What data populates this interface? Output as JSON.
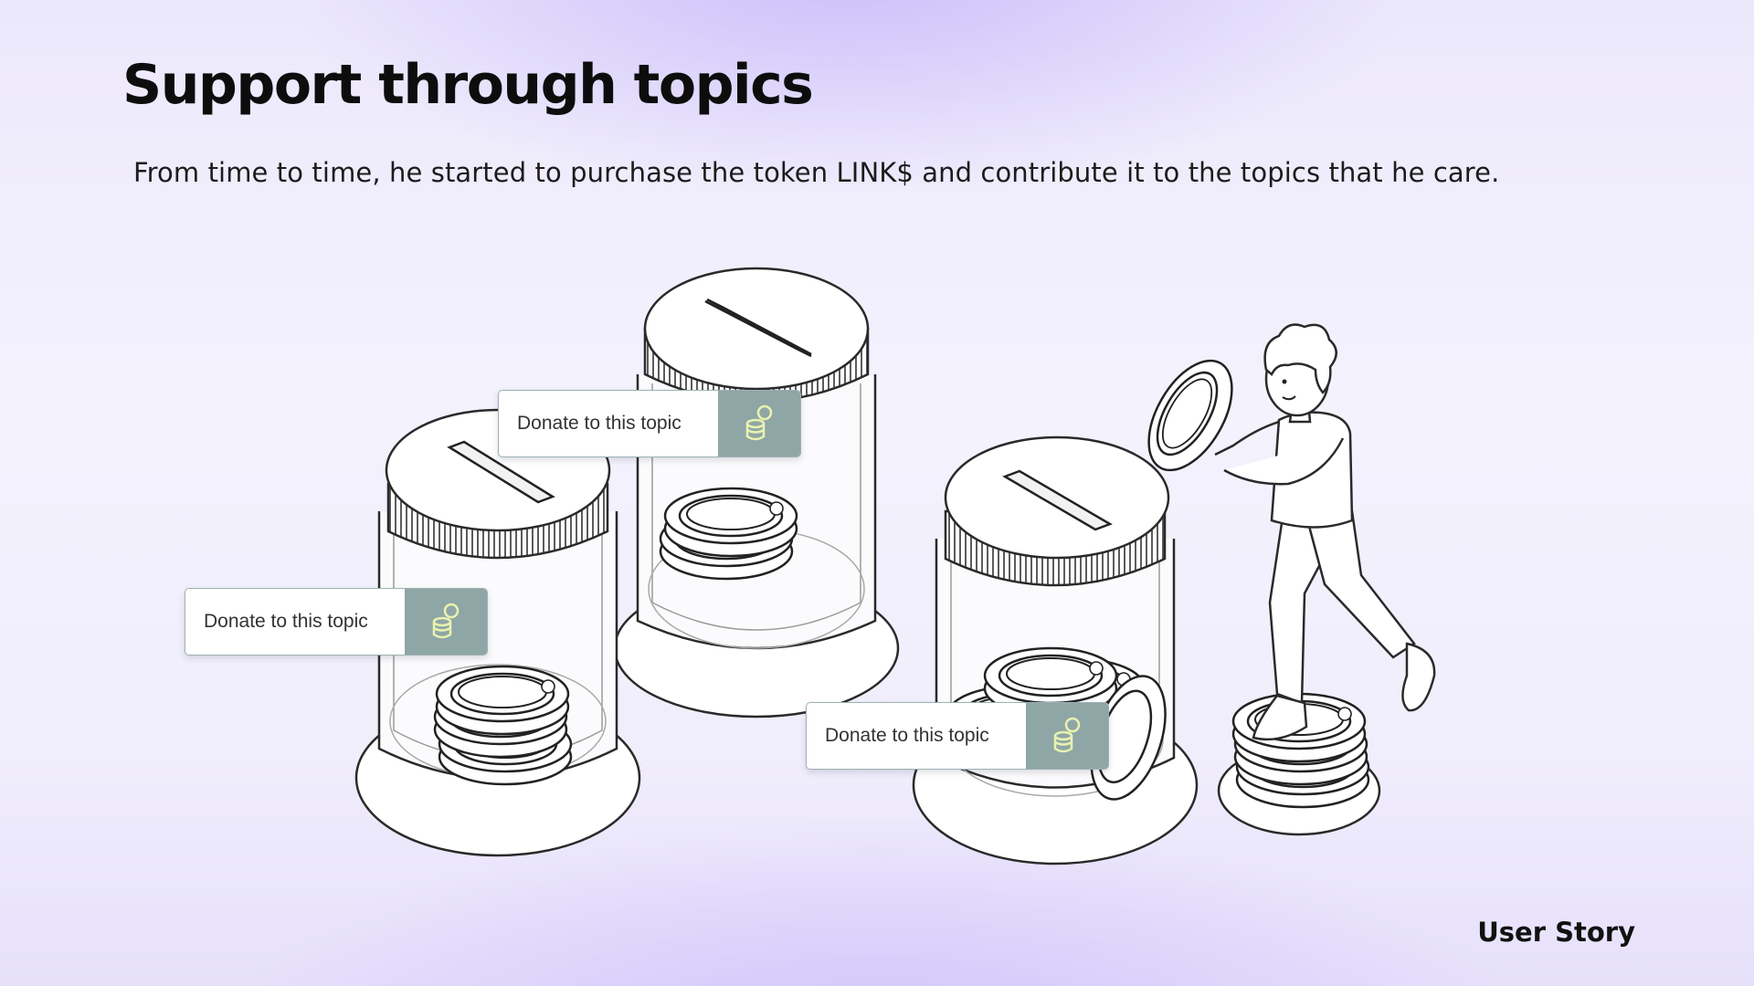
{
  "slide": {
    "title": "Support through topics",
    "subtitle": "From time to time, he started to purchase the token LINK$ and contribute it to the topics that he care.",
    "footer": "User Story"
  },
  "donate_cards": [
    {
      "label": "Donate to this topic",
      "icon": "coin-stack-icon"
    },
    {
      "label": "Donate to this topic",
      "icon": "coin-stack-icon"
    },
    {
      "label": "Donate to this topic",
      "icon": "coin-stack-icon"
    }
  ],
  "colors": {
    "button": "#8fa6a6",
    "icon": "#e9f2b0",
    "card_border": "#9fb1b1",
    "outline": "#2a2a2a"
  }
}
